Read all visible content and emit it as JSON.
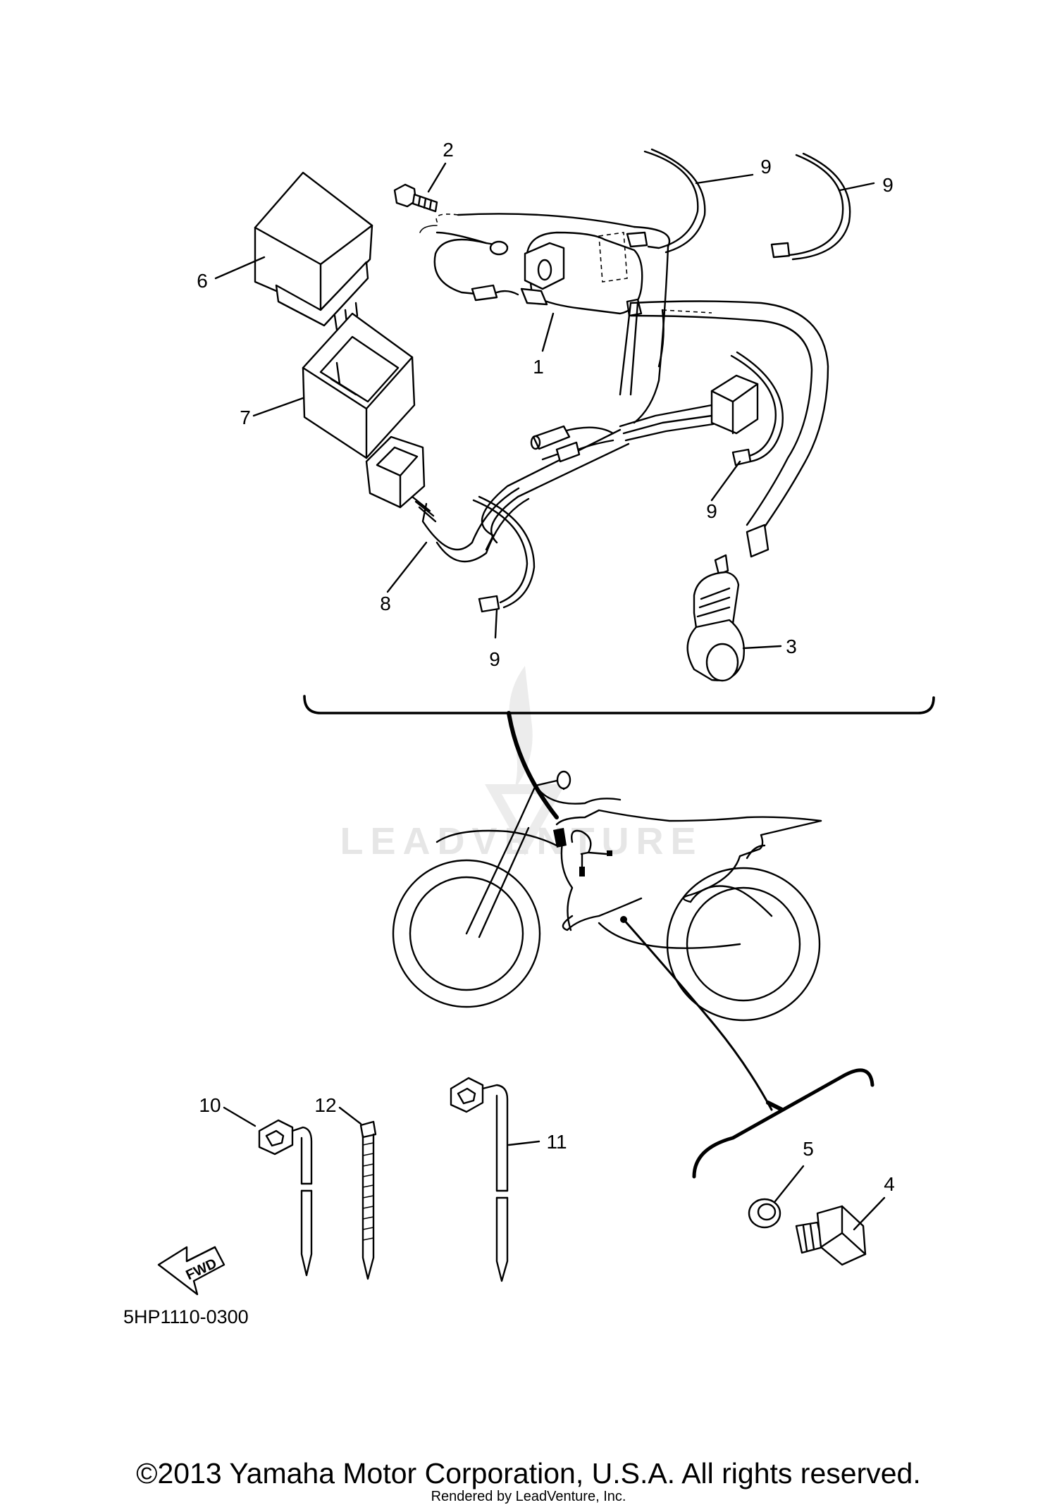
{
  "callouts": {
    "c1": "1",
    "c2": "2",
    "c3": "3",
    "c4": "4",
    "c5": "5",
    "c6": "6",
    "c7": "7",
    "c8": "8",
    "c9a": "9",
    "c9b": "9",
    "c9c": "9",
    "c9d": "9",
    "c10": "10",
    "c11": "11",
    "c12": "12"
  },
  "fwd_label": "FWD",
  "diagram_code": "5HP1110-0300",
  "watermark": "LEADVENTURE",
  "copyright": "©2013 Yamaha Motor Corporation, U.S.A. All rights reserved.",
  "rendered_by": "Rendered by LeadVenture, Inc."
}
